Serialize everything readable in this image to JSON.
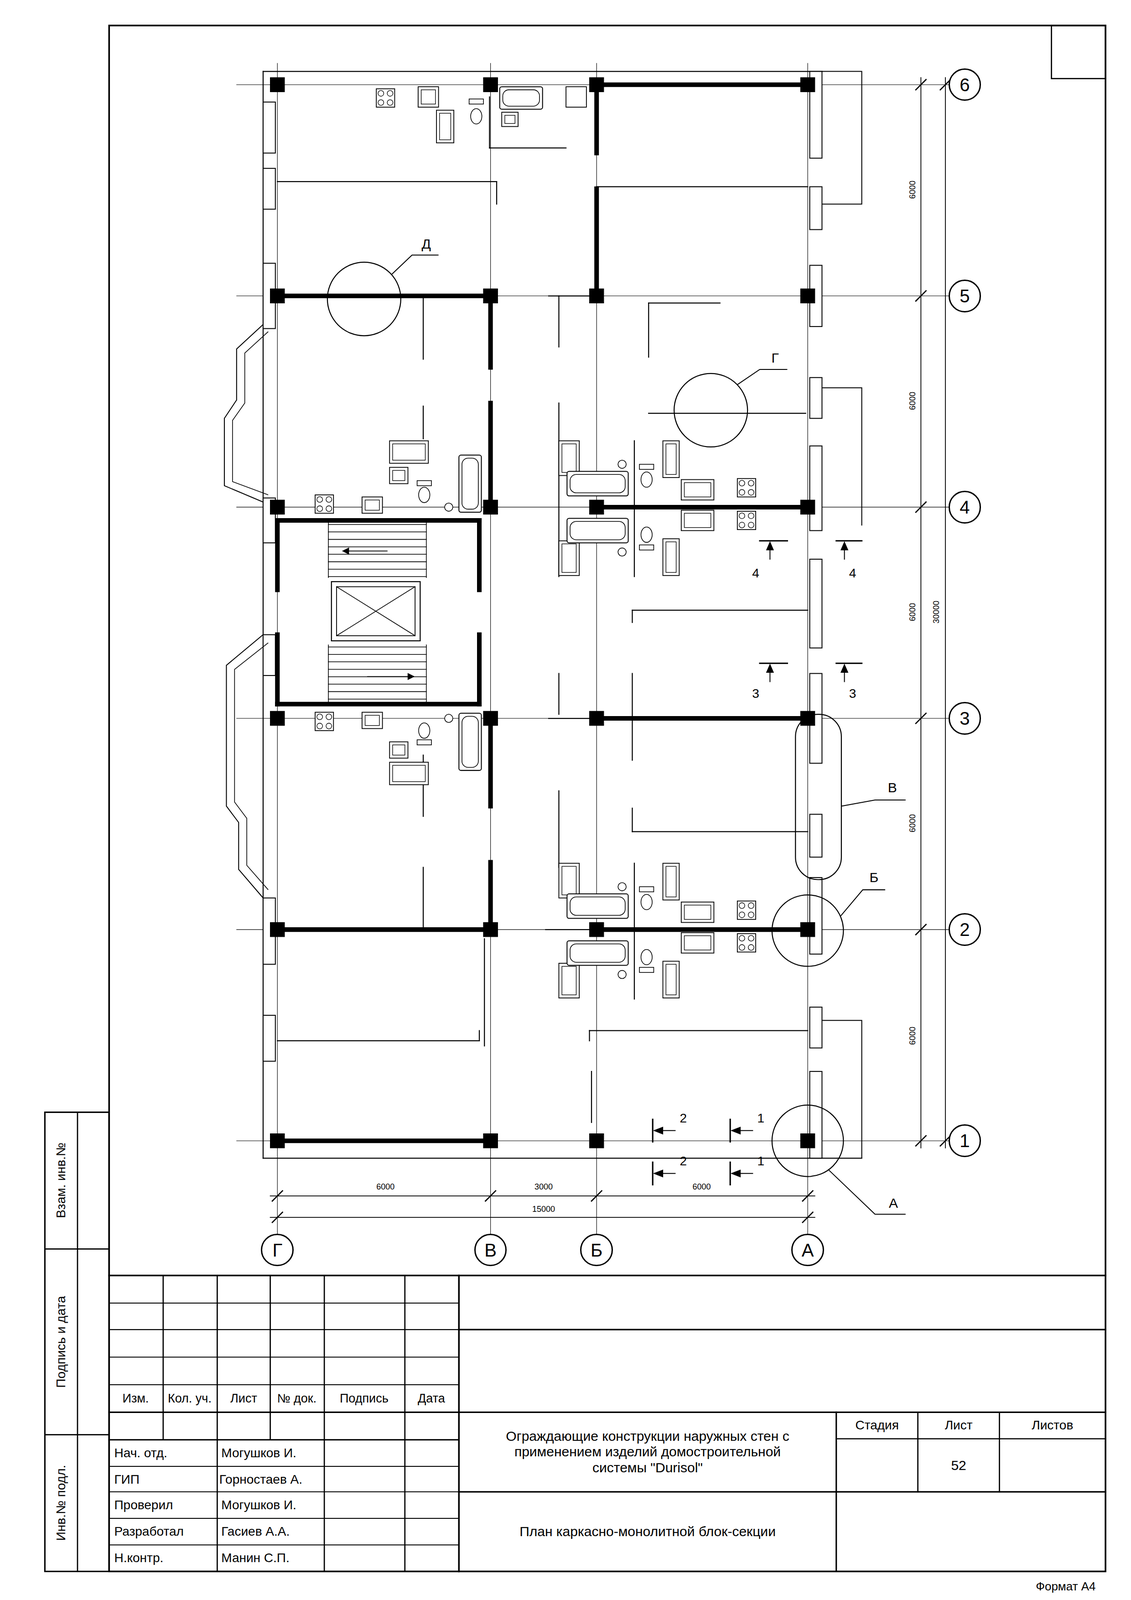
{
  "diagram": {
    "nodes": [
      {
        "text": [
          "6"
        ]
      },
      {
        "text": [
          "5"
        ]
      },
      {
        "text": [
          "4"
        ]
      },
      {
        "text": [
          "3"
        ]
      },
      {
        "text": [
          "2"
        ]
      },
      {
        "text": [
          "1"
        ]
      },
      {
        "text": [
          "Г"
        ]
      },
      {
        "text": [
          "В"
        ]
      },
      {
        "text": [
          "Б"
        ]
      },
      {
        "text": [
          "А"
        ]
      }
    ],
    "labels": [
      "6000",
      "6000",
      "6000",
      "6000",
      "6000",
      "30000",
      "6000",
      "3000",
      "6000",
      "15000",
      "Д",
      "Г",
      "В",
      "Б",
      "А",
      "4",
      "4",
      "3",
      "3",
      "2",
      "1",
      "2",
      "1",
      "Взам. инв.№",
      "Подпись и дата",
      "Инв.№ подл.",
      "Изм.",
      "Кол. уч.",
      "Лист",
      "№ док.",
      "Подпись",
      "Дата",
      "Нач. отд.",
      "Могушков И.",
      "ГИП",
      "Горностаев А.",
      "Проверил",
      "Могушков И.",
      "Разработал",
      "Гасиев А.А.",
      "Н.контр.",
      "Манин С.П.",
      "Ограждающие конструкции наружных стен с применением изделий домостроительной системы \"Durisol\"",
      "Стадия",
      "Лист",
      "Листов",
      "52",
      "План каркасно-монолитной блок-секции",
      "Формат А4"
    ]
  }
}
